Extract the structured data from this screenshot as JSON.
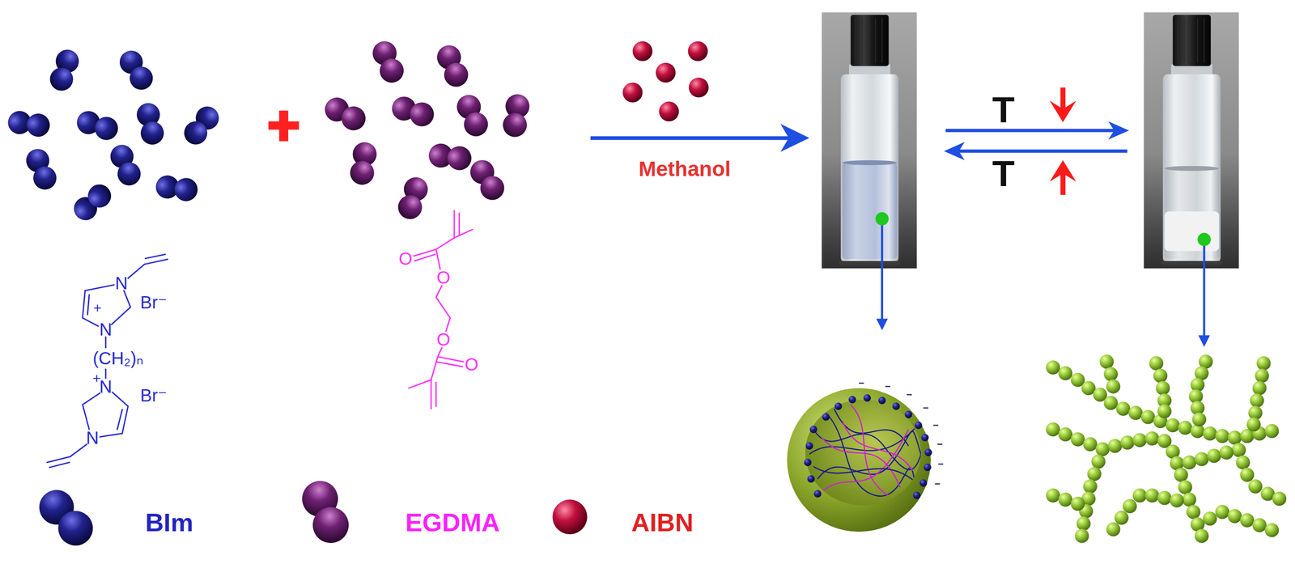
{
  "diagram": {
    "labels": [
      "Methanol",
      "T",
      "T",
      "N",
      "+",
      "N",
      "Br⁻",
      "(CH₂)ₙ",
      "+",
      "N",
      "Br⁻",
      "N",
      "O",
      "O",
      "O",
      "O"
    ],
    "legend": [
      {
        "text": "BIm"
      },
      {
        "text": "EGDMA"
      },
      {
        "text": "AIBN"
      }
    ]
  }
}
